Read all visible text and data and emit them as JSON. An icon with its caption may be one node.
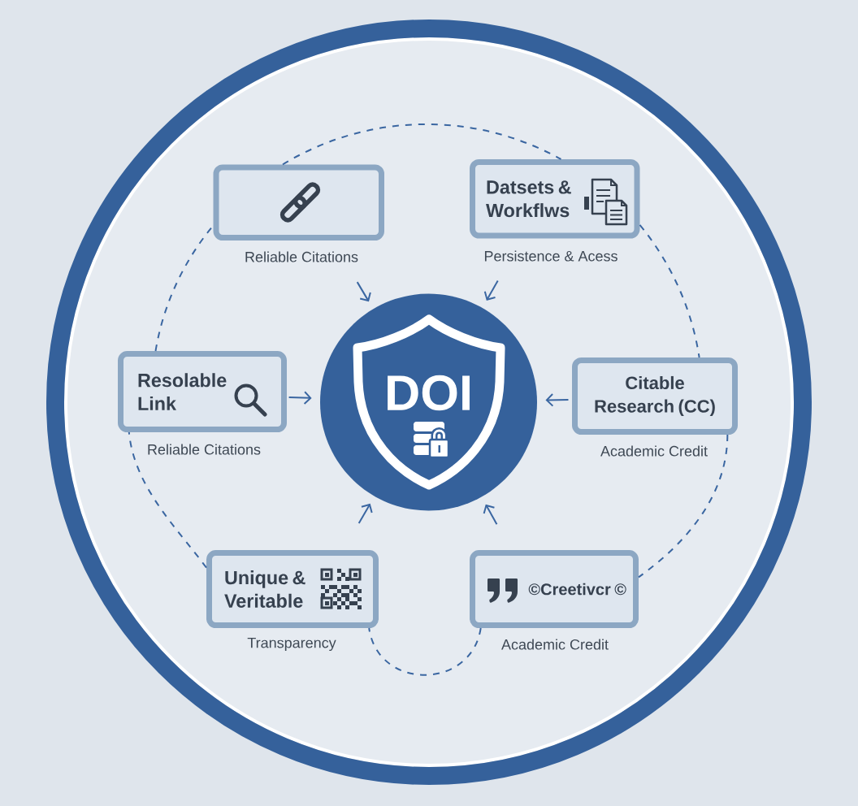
{
  "diagram": {
    "nodes": [
      {
        "text": [],
        "shape": "box",
        "beside": [
          "Reliable Citations"
        ]
      },
      {
        "text": [
          "Datsets & Workflws"
        ],
        "beside": [
          "Persistence & Acess"
        ]
      },
      {
        "text": [
          "Resolable Link"
        ],
        "beside": [
          "Reliable Citations"
        ]
      },
      {
        "text": [
          "DOI"
        ]
      },
      {
        "text": [
          "Citable Research (CC)"
        ],
        "beside": [
          "Academic Credit"
        ]
      },
      {
        "text": [
          "Unique & Veritable"
        ],
        "beside": [
          "Transparency"
        ]
      },
      {
        "text": [
          "©Creetivcr ©"
        ],
        "beside": [
          "Academic Credit"
        ]
      }
    ],
    "edges": [
      {
        "from": 0,
        "to": 3,
        "arrow": "to"
      },
      {
        "from": 1,
        "to": 3,
        "arrow": "to"
      },
      {
        "from": 2,
        "to": 3,
        "arrow": "to"
      },
      {
        "from": 4,
        "to": 3,
        "arrow": "to"
      },
      {
        "from": 5,
        "to": 3,
        "arrow": "to"
      },
      {
        "from": 6,
        "to": 3,
        "arrow": "to"
      },
      {
        "from": 0,
        "to": 1,
        "arrow": "none",
        "style": "dashed"
      },
      {
        "from": 1,
        "to": 4,
        "arrow": "none",
        "style": "dashed"
      },
      {
        "from": 4,
        "to": 6,
        "arrow": "none",
        "style": "dashed"
      },
      {
        "from": 6,
        "to": 5,
        "arrow": "none",
        "style": "dashed"
      },
      {
        "from": 5,
        "to": 2,
        "arrow": "none",
        "style": "dashed"
      },
      {
        "from": 2,
        "to": 0,
        "arrow": "none",
        "style": "dashed"
      }
    ]
  }
}
